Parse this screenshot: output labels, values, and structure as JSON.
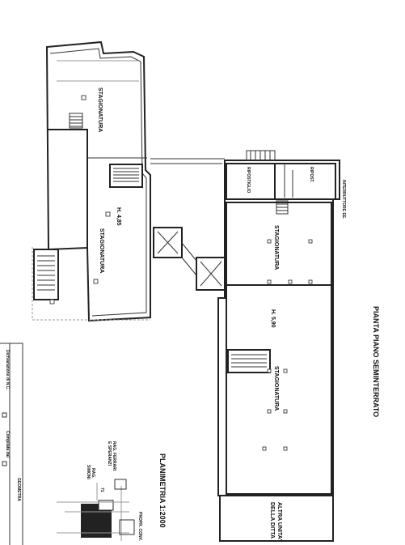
{
  "title": "PIANTA PIANO SEMINTERRATO",
  "scale_label": "PLANIMETRIA 1:2000",
  "rooms": {
    "left_upper": "STAGIONATURA",
    "left_lower": "STAGIONATURA",
    "left_height": "H. 4,85",
    "right_upper": "STAGIONATURA",
    "right_lower": "STAGIONATURA",
    "right_height": "H. 5,90",
    "ripostiglio": "RIPOSTIGLIO",
    "ripost": "RIPOST.",
    "altra_unita_line1": "ALTRA UNITA'",
    "altra_unita_line2": "DELLA DITTA",
    "interruttore": "INTERRUTTORE EE."
  },
  "site_plan": {
    "owner_1": "RAG. FERRARI",
    "owner_2": "E SPERANZI",
    "owner_3": "RAG.",
    "owner_4": "SIMONI",
    "prop": "PROPR. CONV.",
    "parcel": "71"
  },
  "form": {
    "dichiarazione": "Dichiarazione di N.C.",
    "compilata": "Compilata dal",
    "geometra": "GEOMETRA"
  }
}
